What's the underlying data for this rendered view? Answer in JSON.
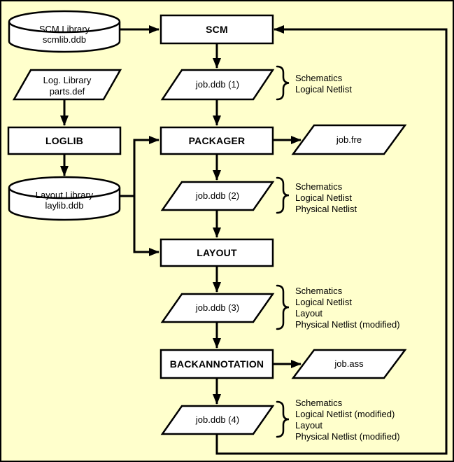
{
  "colors": {
    "background": "#FFFFCC",
    "stroke": "#000000",
    "shape_fill": "#FFFFFF",
    "text": "#000000"
  },
  "processes": {
    "scm": "SCM",
    "loglib": "LOGLIB",
    "packager": "PACKAGER",
    "layout": "LAYOUT",
    "backannotation": "BACKANNOTATION"
  },
  "datastores": {
    "scm_library": {
      "name": "SCM Library",
      "file": "scmlib.ddb"
    },
    "layout_library": {
      "name": "Layout Library",
      "file": "laylib.ddb"
    }
  },
  "files": {
    "log_library": {
      "name": "Log. Library",
      "file": "parts.def"
    },
    "job_ddb_1": "job.ddb (1)",
    "job_fre": "job.fre",
    "job_ddb_2": "job.ddb (2)",
    "job_ddb_3": "job.ddb (3)",
    "job_ass": "job.ass",
    "job_ddb_4": "job.ddb (4)"
  },
  "annotations": {
    "job_ddb_1": [
      "Schematics",
      "Logical Netlist"
    ],
    "job_ddb_2": [
      "Schematics",
      "Logical Netlist",
      "Physical Netlist"
    ],
    "job_ddb_3": [
      "Schematics",
      "Logical Netlist",
      "Layout",
      "Physical Netlist (modified)"
    ],
    "job_ddb_4": [
      "Schematics",
      "Logical Netlist (modified)",
      "Layout",
      "Physical Netlist (modified)"
    ]
  }
}
